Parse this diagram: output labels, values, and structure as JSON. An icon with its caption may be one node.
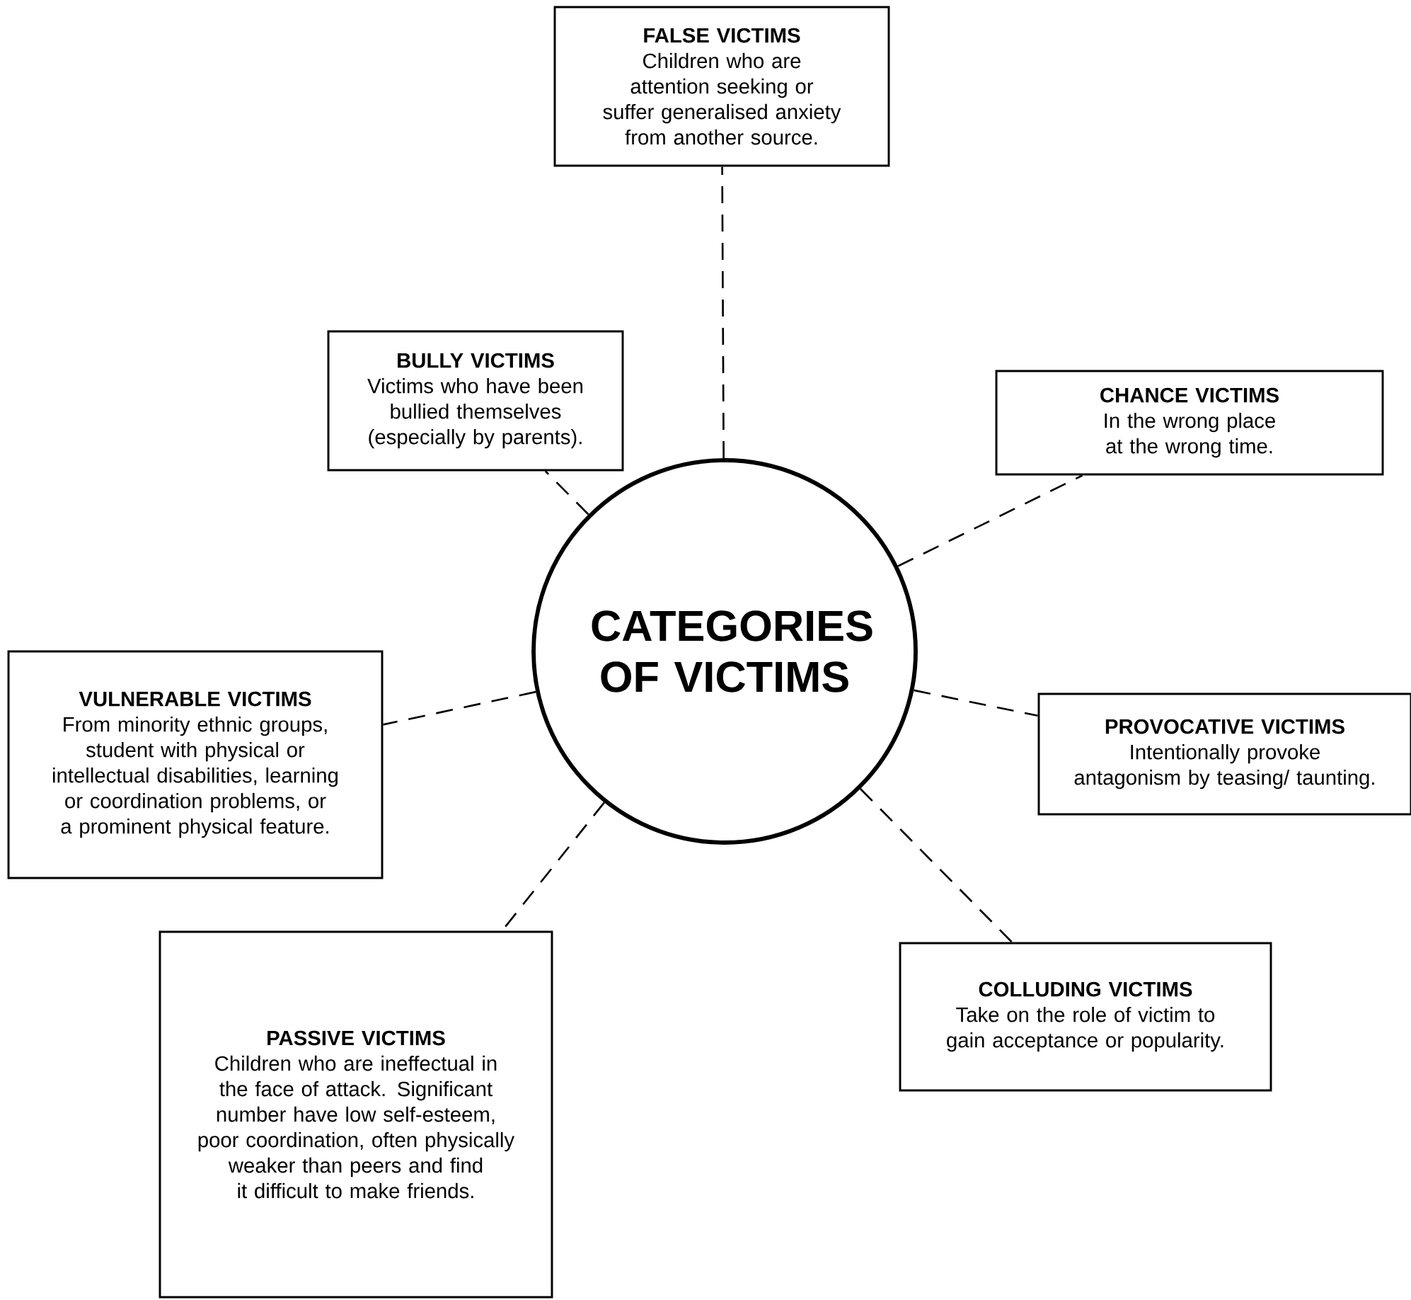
{
  "diagram": {
    "nodes": [
      {
        "text": [
          "CATEGORIES OF VICTIMS"
        ]
      },
      {
        "text": [
          "FALSE VICTIMS",
          "Children who are attention seeking or suffer generalised anxiety from another source."
        ]
      },
      {
        "text": [
          "BULLY VICTIMS",
          "Victims who have been bullied themselves (especially by parents)."
        ]
      },
      {
        "text": [
          "CHANCE VICTIMS",
          "In the wrong place at the wrong time."
        ]
      },
      {
        "text": [
          "VULNERABLE VICTIMS",
          "From minority ethnic groups, student with physical or intellectual disabilities, learning or coordination problems, or a prominent physical feature."
        ]
      },
      {
        "text": [
          "PROVOCATIVE VICTIMS",
          "Intentionally provoke antagonism by teasing/ taunting."
        ]
      },
      {
        "text": [
          "PASSIVE VICTIMS",
          "Children who are ineffectual in the face of attack. Significant number have low self-esteem, poor coordination, often physically weaker than peers and find it difficult to make friends."
        ]
      },
      {
        "text": [
          "COLLUDING VICTIMS",
          "Take on the role of victim to gain acceptance or popularity."
        ]
      }
    ],
    "edges": [
      {
        "from": 0,
        "to": 1,
        "arrow": "none",
        "style": "dashed"
      },
      {
        "from": 0,
        "to": 2,
        "arrow": "none",
        "style": "dashed"
      },
      {
        "from": 0,
        "to": 3,
        "arrow": "none",
        "style": "dashed"
      },
      {
        "from": 0,
        "to": 4,
        "arrow": "none",
        "style": "dashed"
      },
      {
        "from": 0,
        "to": 5,
        "arrow": "none",
        "style": "dashed"
      },
      {
        "from": 0,
        "to": 6,
        "arrow": "none",
        "style": "dashed"
      },
      {
        "from": 0,
        "to": 7,
        "arrow": "none",
        "style": "dashed"
      }
    ]
  }
}
